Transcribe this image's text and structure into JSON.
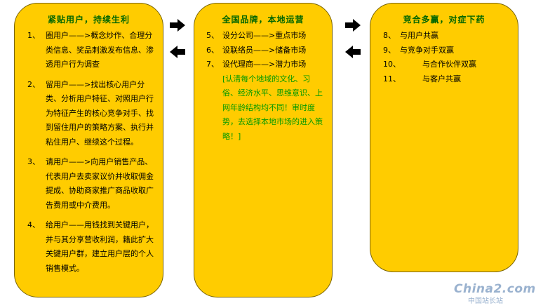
{
  "left": {
    "title": "紧贴用户，持续生利",
    "items": [
      {
        "num": "1、",
        "text": "圈用户——>概念炒作、合理分类信息、奖品刺激发布信息、渗透用户行为调查"
      },
      {
        "num": "2、",
        "text": "留用户——>找出核心用户分类、分析用户特征、对照用户行为特征产生的核心竞争对手、找到留住用户的策略方案、执行并粘住用户、继续这个过程。"
      },
      {
        "num": "3、",
        "text": "请用户——>向用户销售产品、代表用户去卖家议价并收取佣金提成、协助商家推广商品收取广告费用或中介费用。"
      },
      {
        "num": "4、",
        "text": "给用户——用钱找到关键用户，并与其分享营收利润，籍此扩大关键用户群，建立用户层的个人销售模式。"
      }
    ]
  },
  "middle": {
    "title": "全国品牌，本地运营",
    "items": [
      {
        "num": "5、",
        "text": "设分公司——>重点市场"
      },
      {
        "num": "6、",
        "text": "设联络员——>储备市场"
      },
      {
        "num": "7、",
        "text": "设代理商——>潜力市场"
      }
    ],
    "note": "[认清每个地域的文化、习俗、经济水平、思维意识、上网年龄结构均不同！审时度势，去选择本地市场的进入策略！]"
  },
  "right": {
    "title": "竞合多赢，对症下药",
    "items": [
      {
        "num": "8、",
        "text": "与用户共赢"
      },
      {
        "num": "9、",
        "text": "与竞争对手双赢"
      },
      {
        "num": "10、",
        "text": "与合作伙伴双赢"
      },
      {
        "num": "11、",
        "text": "与客户共赢"
      }
    ]
  },
  "watermark": {
    "logo": "China2.com",
    "sub": "中国站长站"
  },
  "colors": {
    "panel_fill": "#ffcc00",
    "title": "#006600",
    "note": "#009900",
    "arrow": "#000000"
  }
}
